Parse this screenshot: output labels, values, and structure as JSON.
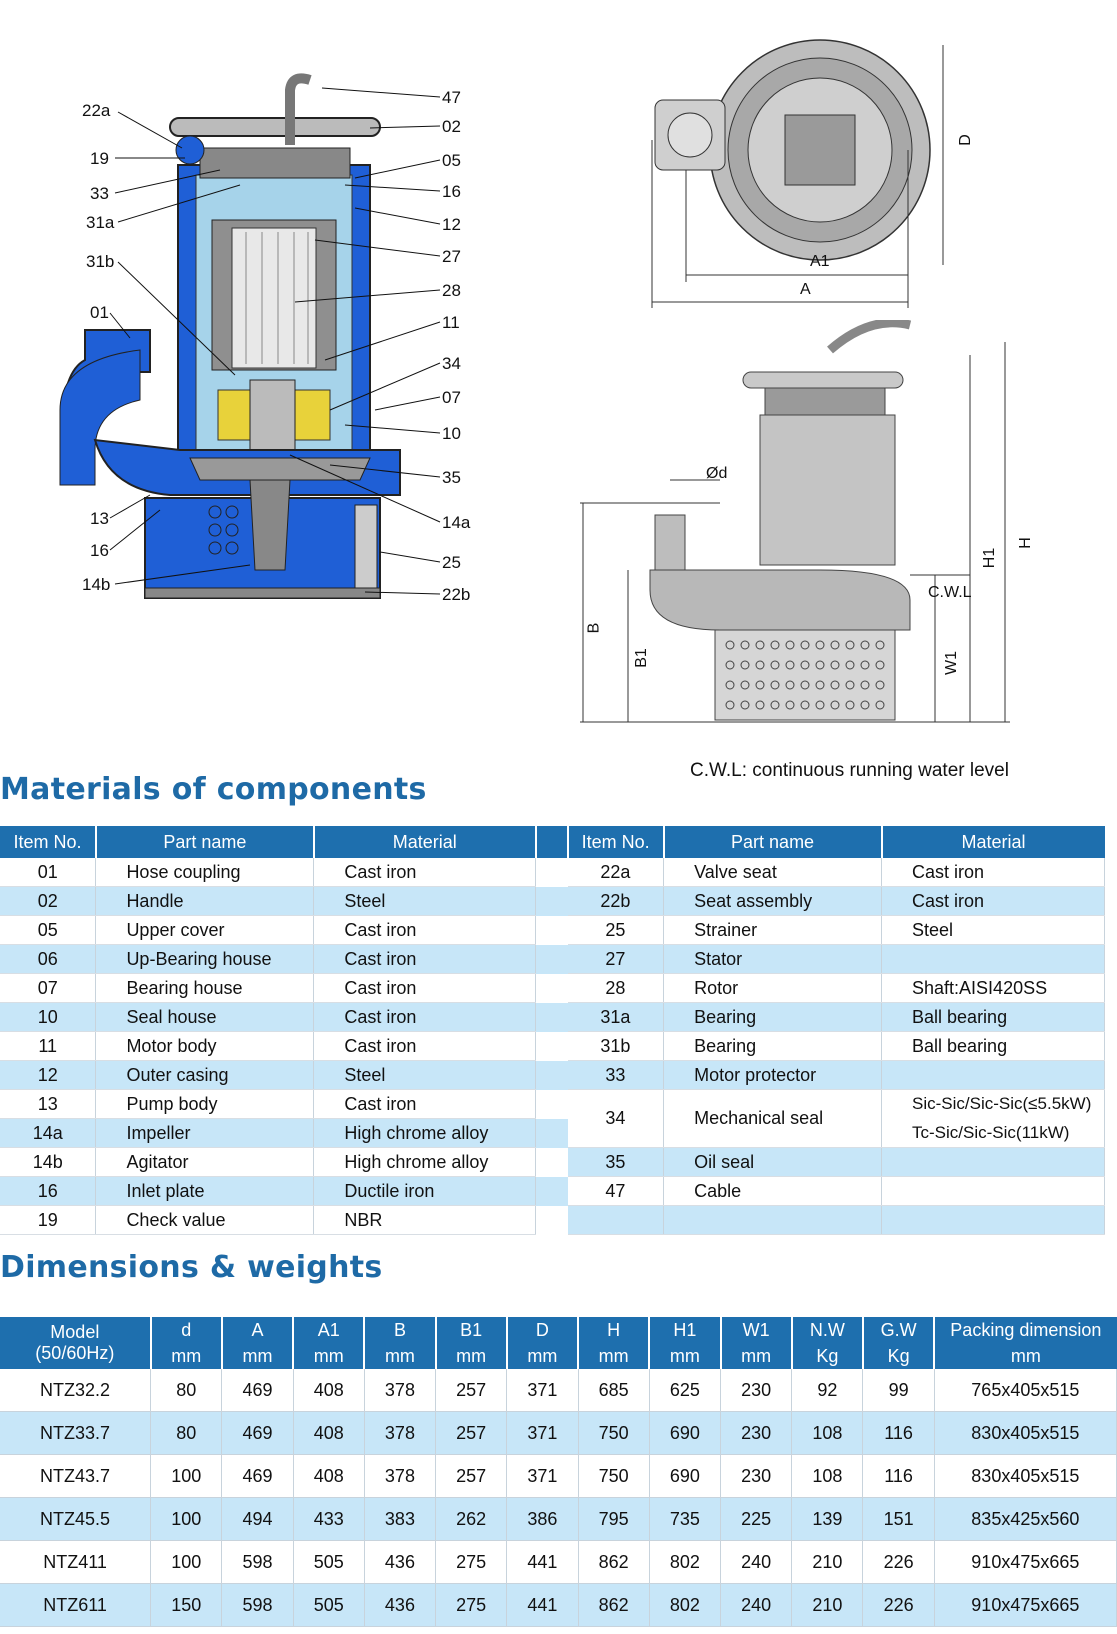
{
  "sectional_callouts": [
    "22a",
    "19",
    "33",
    "31a",
    "31b",
    "01",
    "13",
    "16",
    "14b",
    "47",
    "02",
    "05",
    "16",
    "12",
    "27",
    "28",
    "11",
    "34",
    "07",
    "10",
    "35",
    "14a",
    "25",
    "22b"
  ],
  "dimension_labels": {
    "d1": "D",
    "a1": "A1",
    "a": "A",
    "phi_d": "Ød",
    "b": "B",
    "b1": "B1",
    "h1": "H1",
    "h": "H",
    "w1": "W1",
    "cwl": "C.W.L"
  },
  "cwl_note": "C.W.L: continuous running water level",
  "materials": {
    "heading": "Materials of components",
    "headers": [
      "Item No.",
      "Part name",
      "Material"
    ],
    "left": [
      {
        "item": "01",
        "part": "Hose coupling",
        "material": "Cast iron"
      },
      {
        "item": "02",
        "part": "Handle",
        "material": "Steel"
      },
      {
        "item": "05",
        "part": "Upper cover",
        "material": "Cast iron"
      },
      {
        "item": "06",
        "part": "Up-Bearing house",
        "material": "Cast iron"
      },
      {
        "item": "07",
        "part": "Bearing house",
        "material": "Cast iron"
      },
      {
        "item": "10",
        "part": "Seal house",
        "material": "Cast iron"
      },
      {
        "item": "11",
        "part": "Motor body",
        "material": "Cast iron"
      },
      {
        "item": "12",
        "part": "Outer casing",
        "material": "Steel"
      },
      {
        "item": "13",
        "part": "Pump body",
        "material": "Cast iron"
      },
      {
        "item": "14a",
        "part": "Impeller",
        "material": "High chrome alloy"
      },
      {
        "item": "14b",
        "part": "Agitator",
        "material": "High chrome alloy"
      },
      {
        "item": "16",
        "part": "Inlet plate",
        "material": "Ductile iron"
      },
      {
        "item": "19",
        "part": "Check value",
        "material": "NBR"
      }
    ],
    "right": [
      {
        "item": "22a",
        "part": "Valve seat",
        "material": "Cast iron"
      },
      {
        "item": "22b",
        "part": "Seat assembly",
        "material": "Cast iron"
      },
      {
        "item": "25",
        "part": "Strainer",
        "material": "Steel"
      },
      {
        "item": "27",
        "part": "Stator",
        "material": ""
      },
      {
        "item": "28",
        "part": "Rotor",
        "material": "Shaft:AISI420SS"
      },
      {
        "item": "31a",
        "part": "Bearing",
        "material": "Ball bearing"
      },
      {
        "item": "31b",
        "part": "Bearing",
        "material": "Ball bearing"
      },
      {
        "item": "33",
        "part": "Motor protector",
        "material": ""
      },
      {
        "item": "34",
        "part": "Mechanical seal",
        "material": "Sic-Sic/Sic-Sic(≤5.5kW)",
        "material2": "Tc-Sic/Sic-Sic(11kW)"
      },
      {
        "item": "35",
        "part": "Oil seal",
        "material": ""
      },
      {
        "item": "47",
        "part": "Cable",
        "material": ""
      }
    ]
  },
  "dimensions": {
    "heading": "Dimensions & weights",
    "model_header": "Model",
    "model_sub": "(50/60Hz)",
    "headers": [
      "d",
      "A",
      "A1",
      "B",
      "B1",
      "D",
      "H",
      "H1",
      "W1",
      "N.W",
      "G.W",
      "Packing dimension"
    ],
    "units": [
      "mm",
      "mm",
      "mm",
      "mm",
      "mm",
      "mm",
      "mm",
      "mm",
      "mm",
      "Kg",
      "Kg",
      "mm"
    ],
    "rows": [
      [
        "NTZ32.2",
        "80",
        "469",
        "408",
        "378",
        "257",
        "371",
        "685",
        "625",
        "230",
        "92",
        "99",
        "765x405x515"
      ],
      [
        "NTZ33.7",
        "80",
        "469",
        "408",
        "378",
        "257",
        "371",
        "750",
        "690",
        "230",
        "108",
        "116",
        "830x405x515"
      ],
      [
        "NTZ43.7",
        "100",
        "469",
        "408",
        "378",
        "257",
        "371",
        "750",
        "690",
        "230",
        "108",
        "116",
        "830x405x515"
      ],
      [
        "NTZ45.5",
        "100",
        "494",
        "433",
        "383",
        "262",
        "386",
        "795",
        "735",
        "225",
        "139",
        "151",
        "835x425x560"
      ],
      [
        "NTZ411",
        "100",
        "598",
        "505",
        "436",
        "275",
        "441",
        "862",
        "802",
        "240",
        "210",
        "226",
        "910x475x665"
      ],
      [
        "NTZ611",
        "150",
        "598",
        "505",
        "436",
        "275",
        "441",
        "862",
        "802",
        "240",
        "210",
        "226",
        "910x475x665"
      ]
    ]
  }
}
